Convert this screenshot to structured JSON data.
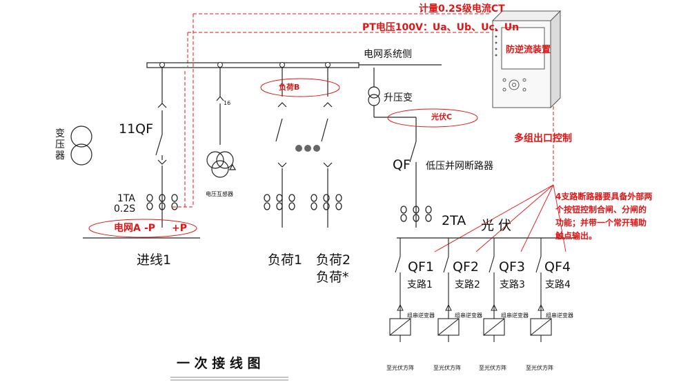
{
  "labels": {
    "ct_note": "计量0.2S级电流CT",
    "pt_note": "PT电压100V：Ua、Ub、Uc、Un",
    "device": "防逆流装置",
    "grid_side": "电网系统侧",
    "load_b": "负荷B",
    "step_up": "升压变",
    "pv_c": "光伏C",
    "multi_output": "多组出口控制",
    "transformer": "变压器",
    "qf11": "11QF",
    "pt_value": "16",
    "vt": "电压互感器",
    "ta1": "1TA",
    "ta1_class": "0.2S",
    "grid_a": "电网A",
    "minus_p": "-P",
    "plus_p": "+P",
    "incoming1": "进线1",
    "load1": "负荷1",
    "load2": "负荷2",
    "load_star": "负荷*",
    "qf": "QF",
    "lv_breaker": "低压并网断路器",
    "ta2": "2TA",
    "pv": "光 伏",
    "note_lines": [
      "4支路断路器要具备外部两",
      "个按钮控制合闸、分闸的",
      "功能；并带一个常开辅助",
      "触点输出。"
    ],
    "title": "一 次 接 线 图"
  },
  "branches": [
    {
      "qf": "QF1",
      "name": "支路1",
      "inverter": "组串逆变器",
      "array": "至光伏方阵"
    },
    {
      "qf": "QF2",
      "name": "支路2",
      "inverter": "组串逆变器",
      "array": "至光伏方阵"
    },
    {
      "qf": "QF3",
      "name": "支路3",
      "inverter": "组串逆变器",
      "array": "至光伏方阵"
    },
    {
      "qf": "QF4",
      "name": "支路4",
      "inverter": "组串逆变器",
      "array": "至光伏方阵"
    }
  ],
  "colors": {
    "line": "#222222",
    "control": "#e01515",
    "device_fill": "#f4f4f4"
  }
}
